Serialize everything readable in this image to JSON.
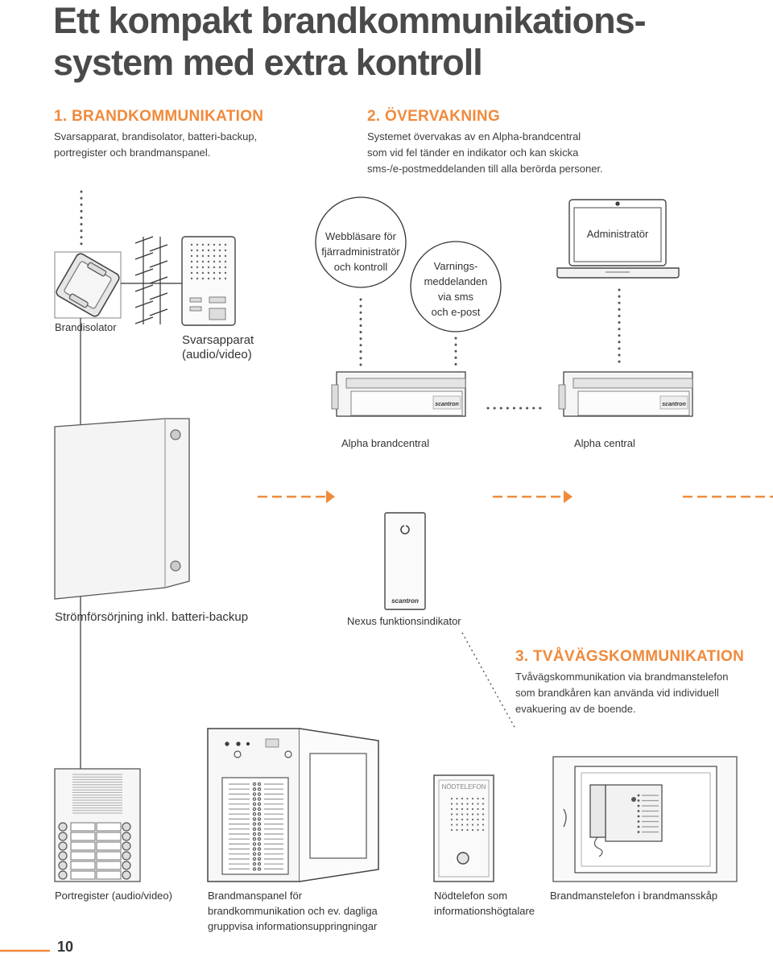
{
  "title": {
    "line1": "Ett kompakt brandkommunikations-",
    "line2": "system med extra kontroll"
  },
  "sections": {
    "s1": {
      "heading": "1. BRANDKOMMUNIKATION",
      "lines": [
        "Svarsapparat, brandisolator, batteri-backup,",
        "portregister och brandmanspanel."
      ]
    },
    "s2": {
      "heading": "2. ÖVERVAKNING",
      "lines": [
        "Systemet övervakas av en Alpha-brandcentral",
        "som vid fel tänder en indikator och kan skicka",
        "sms-/e-postmeddelanden till alla berörda personer."
      ]
    },
    "s3": {
      "heading": "3. TVÅVÄGSKOMMUNIKATION",
      "lines": [
        "Tvåvägskommunikation via brandmanstelefon",
        "som brandkåren kan använda vid individuell",
        "evakuering av de boende."
      ]
    }
  },
  "labels": {
    "brandisolator": "Brandisolator",
    "svarsapparat": [
      "Svarsapparat",
      "(audio/video)"
    ],
    "webbrowser": [
      "Webbläsare för",
      "fjärradministratör",
      "och kontroll"
    ],
    "varning": [
      "Varnings-",
      "meddelanden",
      "via sms",
      "och e-post"
    ],
    "administrator": "Administratör",
    "alpha_brandcentral": "Alpha brandcentral",
    "alpha_central": "Alpha central",
    "stromforsorjning": "Strömförsörjning inkl. batteri-backup",
    "nexus": "Nexus funktionsindikator",
    "portregister": "Portregister (audio/video)",
    "brandmanspanel": [
      "Brandmanspanel för",
      "brandkommunikation och ev. dagliga",
      "gruppvisa informationsuppringningar"
    ],
    "nodtelefon": [
      "Nödtelefon som",
      "informationshögtalare"
    ],
    "brandmanstelefon": "Brandmanstelefon i brandmansskåp"
  },
  "device_text": {
    "brand_logo": "scantron",
    "nodtelefon_plate": "NÖDTELEFON"
  },
  "page_number": "10",
  "colors": {
    "accent": "#f08a3c",
    "text": "#3c3c3c",
    "line": "#333333",
    "dots": "#555555"
  }
}
